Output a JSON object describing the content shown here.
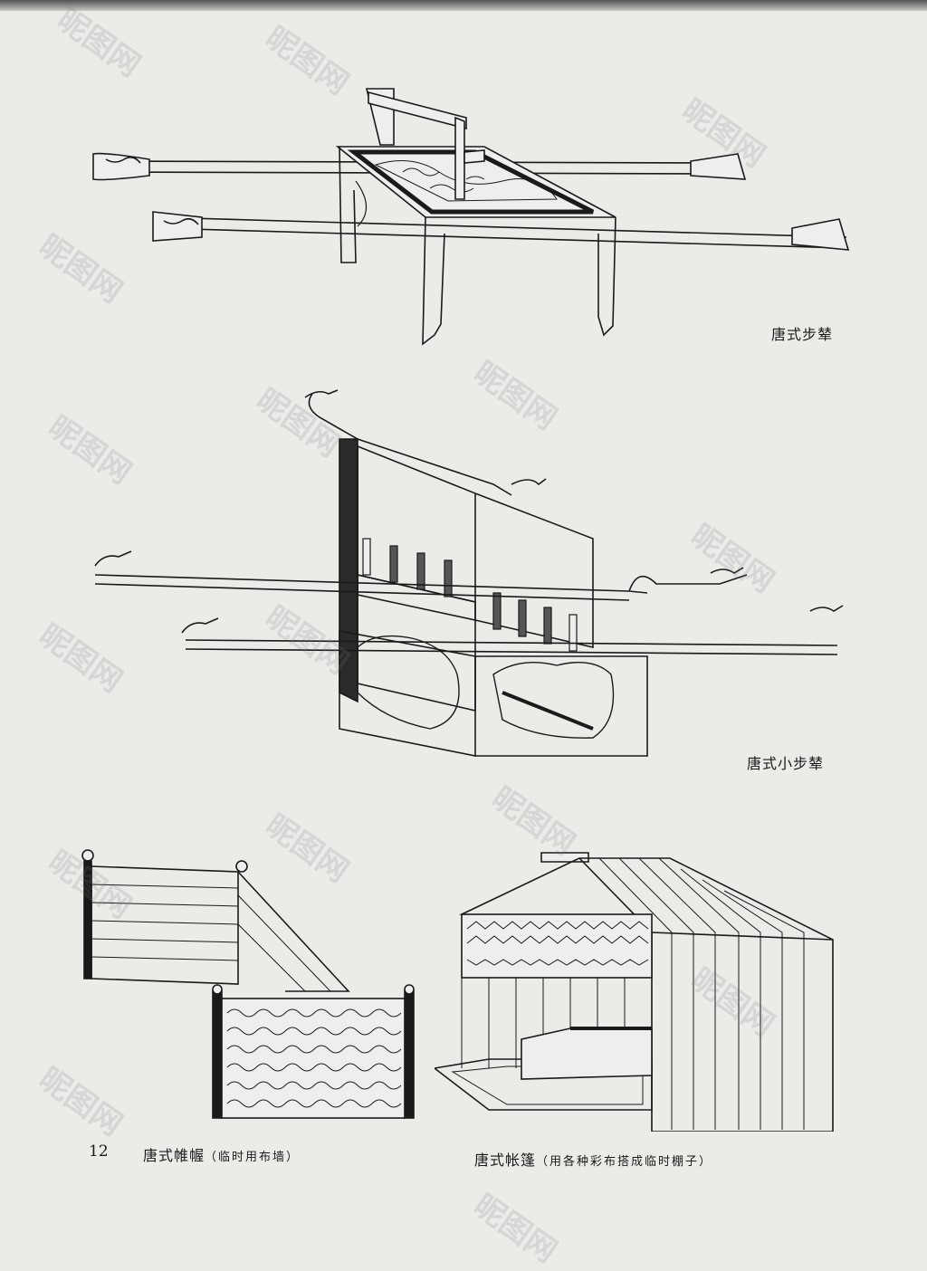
{
  "captions": {
    "step_sedan": "唐式步辇",
    "small_step_sedan": "唐式小步辇",
    "curtain": "唐式帷幄",
    "curtain_note": "（临时用布墙）",
    "tent": "唐式帐篷",
    "tent_note": "（用各种彩布搭成临时棚子）"
  },
  "page_number": "12",
  "watermark": "昵图网",
  "colors": {
    "paper": "#ebebe8",
    "ink": "#1a1a1a"
  }
}
